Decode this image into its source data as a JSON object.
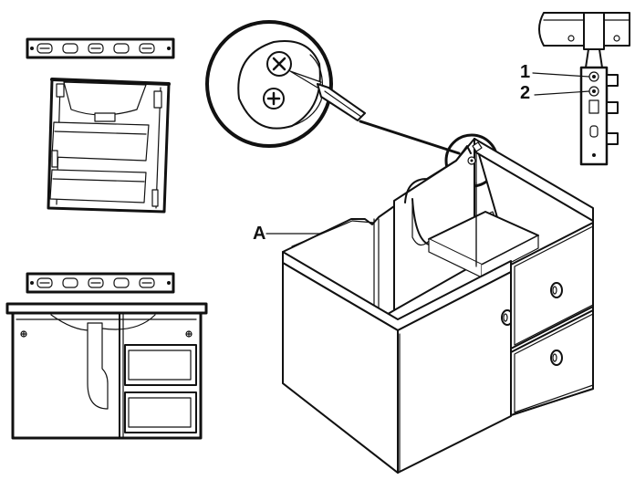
{
  "labels": {
    "part_a": "A",
    "callout_1": "1",
    "callout_2": "2"
  },
  "colors": {
    "line": "#111111",
    "background": "#ffffff"
  },
  "icons": [
    "spirit-level-icon",
    "screwdriver-icon",
    "screw-icon",
    "hinge-icon"
  ]
}
